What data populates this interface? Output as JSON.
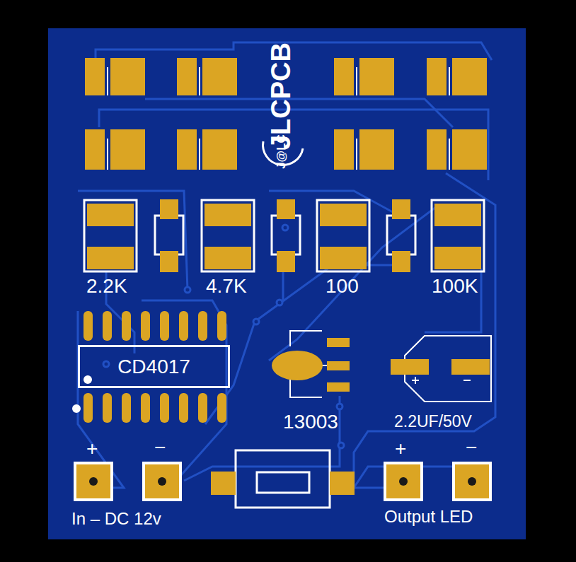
{
  "diagram": {
    "nodes": [
      {
        "text": [
          "CD4017"
        ]
      }
    ],
    "labels": [
      "JLCPCB",
      "J@LC",
      "2.2K",
      "4.7K",
      "100",
      "100K",
      "13003",
      "2.2UF/50V",
      "+",
      "−",
      "In – DC 12v",
      "+",
      "−",
      "Output LED"
    ]
  }
}
